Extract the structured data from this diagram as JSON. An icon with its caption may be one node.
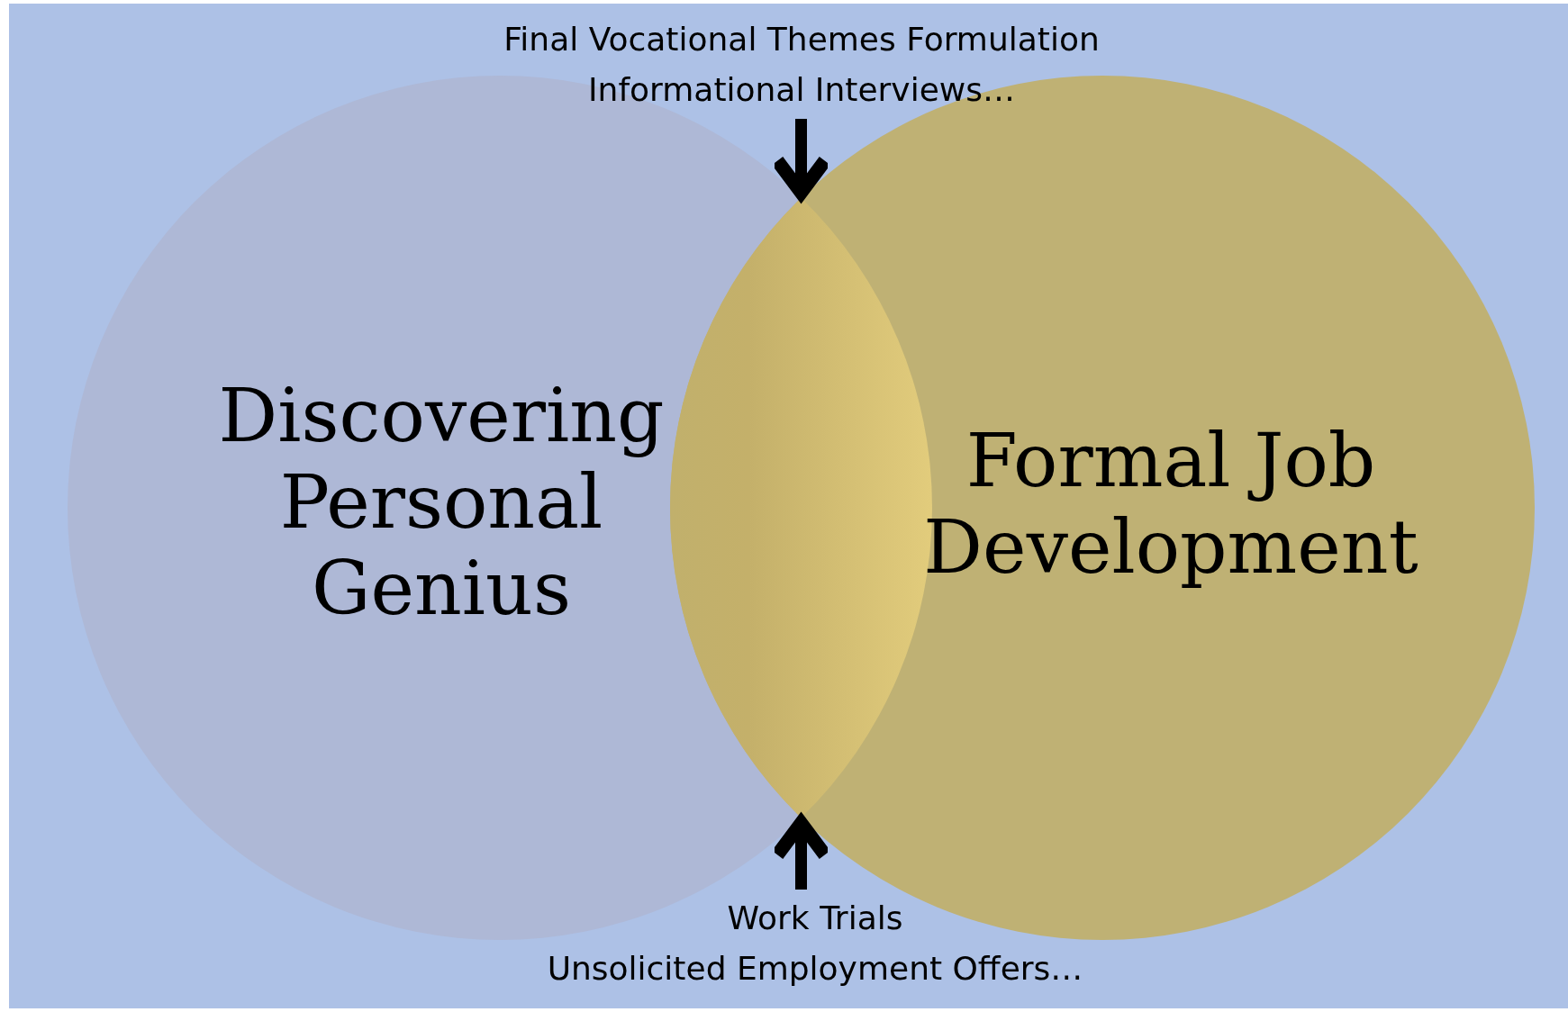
{
  "diagram": {
    "nodes": [
      {
        "text": [
          "Discovering Personal Genius"
        ]
      },
      {
        "text": [
          "Formal Job Development"
        ]
      },
      {
        "text": [
          "Final Vocational Themes Formulation",
          "Informational Interviews…"
        ]
      },
      {
        "text": [
          "Work Trials",
          "Unsolicited Employment Offers…"
        ]
      },
      {
        "text": [],
        "shape": "lens"
      }
    ],
    "edges": [
      {
        "from": 2,
        "to": 4,
        "arrow": "to"
      },
      {
        "from": 3,
        "to": 4,
        "arrow": "to"
      }
    ]
  }
}
